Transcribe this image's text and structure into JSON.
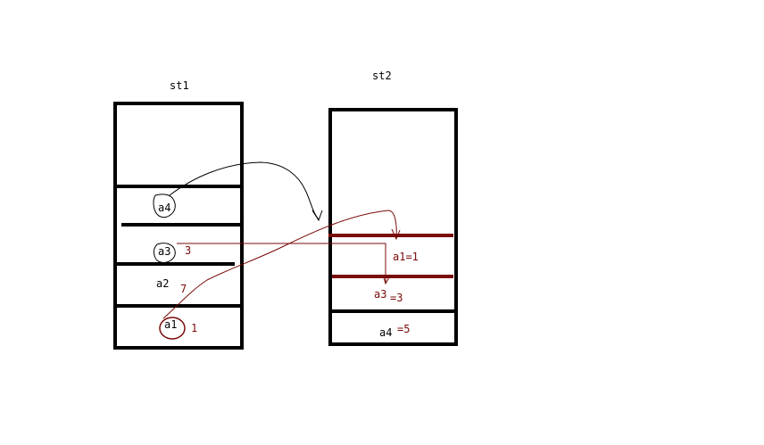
{
  "colors": {
    "ink": "#000000",
    "accent": "#7a0a0a",
    "background": "#ffffff"
  },
  "stacks": [
    {
      "id": "st1",
      "title": "st1",
      "labels": [
        "a4",
        "a3",
        "a2",
        "a1"
      ],
      "notes": [
        "3",
        "7",
        "1"
      ]
    },
    {
      "id": "st2",
      "title": "st2",
      "labels": [
        "a1=1",
        "a3",
        "=3",
        "a4",
        "=5"
      ]
    }
  ]
}
